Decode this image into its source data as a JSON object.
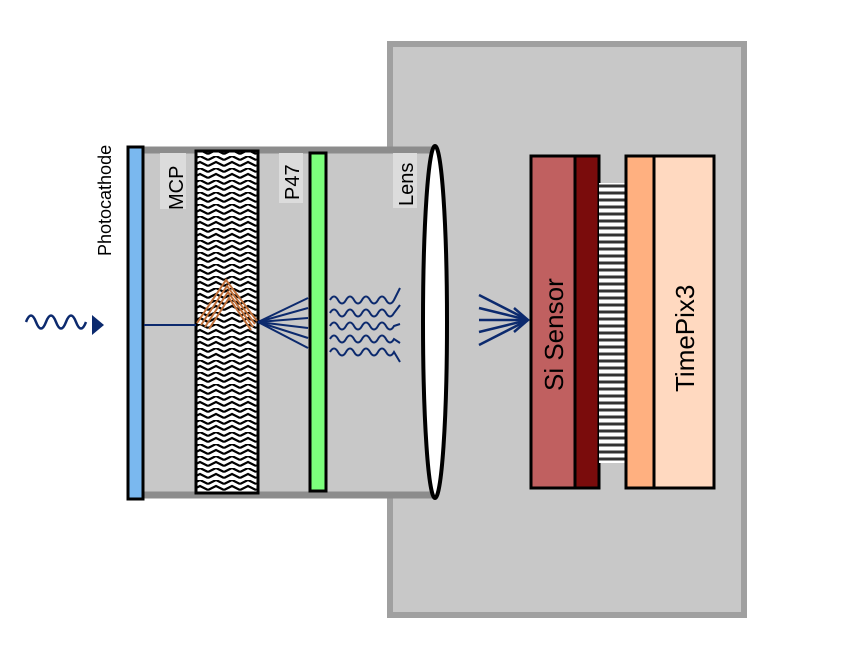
{
  "labels": {
    "photocathode": "Photocathode",
    "mcp": "MCP",
    "p47": "P47",
    "lens": "Lens",
    "si_sensor": "Si Sensor",
    "timepix3": "TimePix3"
  },
  "colors": {
    "housing": "#c8c8c8",
    "housing_border": "#a0a0a0",
    "tube_border": "#8c8c8c",
    "photocathode": "#7ab8ef",
    "phosphor": "#7cff7c",
    "si_sensor": "#c06060",
    "si_dark_layer": "#7a0c0c",
    "timepix_dark": "#ffb080",
    "timepix_light": "#ffd9c0",
    "photon": "#0c2a6e",
    "electron_path": "#c0703a"
  }
}
